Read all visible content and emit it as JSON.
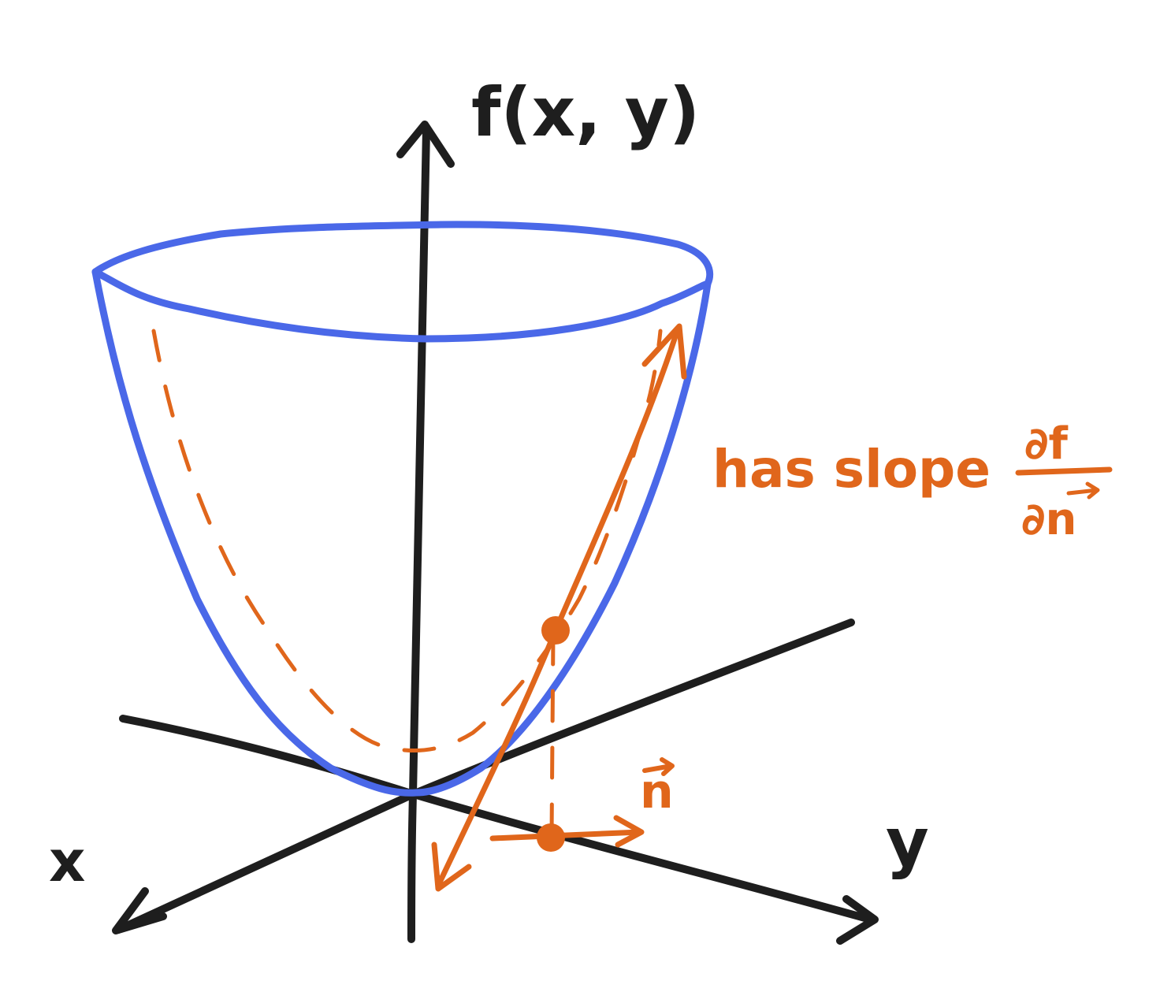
{
  "labels": {
    "z_axis": "f(x, y)",
    "x_axis": "x",
    "y_axis": "y",
    "direction_vector": "n",
    "slope_text": "has slope",
    "slope_numerator": "∂f",
    "slope_denominator": "∂n"
  },
  "colors": {
    "axis": "#1e1e1e",
    "surface": "#4a68e8",
    "accent": "#e0661b",
    "background": "#ffffff"
  }
}
